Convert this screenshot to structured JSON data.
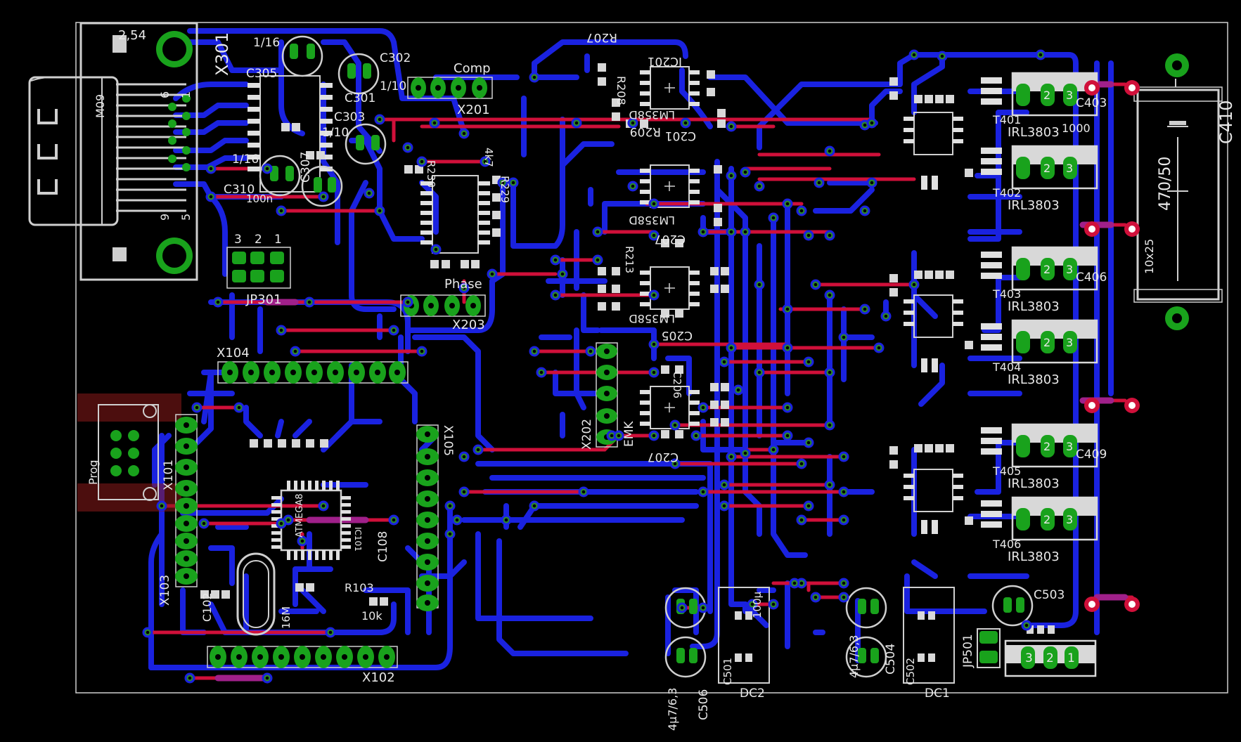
{
  "board": {
    "colors": {
      "background": "#000000",
      "outline": "#cfcfcf",
      "bottom_trace": "#1a22e0",
      "top_trace": "#d0103a",
      "pad": "#19a21c",
      "via": "#3a9a2a",
      "silk": "#e8e8e8",
      "mask": "#8a1a1a"
    }
  },
  "labels": {
    "x301": "X301",
    "m09": "M09",
    "p254": "2,54",
    "n6": "6",
    "n1": "1",
    "n9": "9",
    "n5": "5",
    "c305": "C305",
    "c302": "C302",
    "c301": "C301",
    "c303": "C303",
    "c307": "C307",
    "c310": "C310",
    "f116a": "1/16",
    "f116b": "1/16",
    "f110a": "1/10",
    "f110b": "1/10",
    "n100n": "100n",
    "comp": "Comp",
    "x201": "X201",
    "jp301": "JP301",
    "j3": "3",
    "j2": "2",
    "j1": "1",
    "x104": "X104",
    "phase": "Phase",
    "x203": "X203",
    "r207": "R207",
    "ic201": "IC201",
    "lm358d1": "LM358D",
    "c201": "C201",
    "r208": "R208",
    "r209": "R209",
    "c207": "C207",
    "lm358d2": "LM358D",
    "r213": "R213",
    "c205": "C205",
    "lm358d3": "LM358D",
    "c206": "C206",
    "c207b": "C207",
    "x202": "X202",
    "emk": "EMK",
    "r230": "R230",
    "r229": "R229",
    "k47": "4k7",
    "prog": "Prog",
    "x101": "X101",
    "x103": "X103",
    "x105": "X105",
    "x102": "X102",
    "ic101": "IC101",
    "mega": "ATMEGA8",
    "c108": "C108",
    "q16m": "16M",
    "r103": "R103",
    "c102": "C102",
    "k10": "10k",
    "c410": "C410",
    "cap470": "470/50",
    "cap10x25": "10x25",
    "irl3803a": "IRL3803",
    "irl3803b": "IRL3803",
    "irl3803c": "IRL3803",
    "irl3803d": "IRL3803",
    "irl3803e": "IRL3803",
    "irl3803f": "IRL3803",
    "q401": "T401",
    "q402": "T402",
    "q403": "T403",
    "q404": "T404",
    "q405": "T405",
    "q406": "T406",
    "c403": "C403",
    "c406": "C406",
    "c409": "C409",
    "n1000": "1000",
    "dc1": "DC1",
    "dc2": "DC2",
    "jp501": "JP501",
    "c503": "C503",
    "c506": "C506",
    "c504": "C504",
    "c501": "C501",
    "c502": "C502",
    "cap476": "4µ7/6,3",
    "cap476b": "4µ7/6,3",
    "v100": "100µ",
    "p1": "1",
    "p2": "2",
    "p3": "3"
  }
}
